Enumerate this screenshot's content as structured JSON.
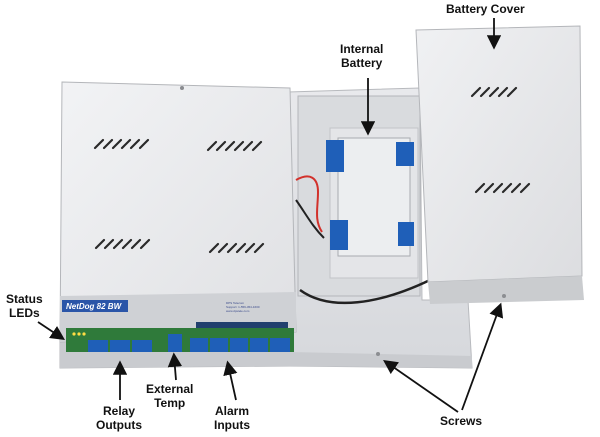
{
  "device": {
    "model_label": "NetDog 82 BW",
    "brand_label": "DPS Telecom",
    "support_label": "Support: 1-559-454-1600",
    "site_label": "www.dpstele.com"
  },
  "callouts": {
    "battery_cover": "Battery Cover",
    "internal_battery": [
      "Internal",
      "Battery"
    ],
    "status_leds": [
      "Status",
      "LEDs"
    ],
    "external_temp": [
      "External",
      "Temp"
    ],
    "relay_outputs": [
      "Relay",
      "Outputs"
    ],
    "alarm_inputs": [
      "Alarm",
      "Inputs"
    ],
    "screws": "Screws"
  },
  "colors": {
    "enclosure": "#e9eaec",
    "enclosure_shadow": "#c9cbcf",
    "terminal_blue": "#1f5fb8",
    "pcb_green": "#2f7a3a",
    "wire_red": "#d2312b",
    "arrow": "#111111"
  }
}
